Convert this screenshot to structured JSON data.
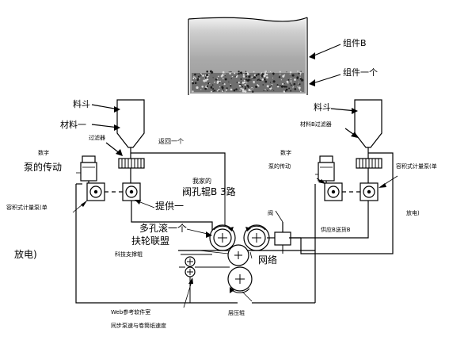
{
  "labels": {
    "component_b": "组件B",
    "component_one": "组件一个",
    "hopper_left": "料斗",
    "material_one": "材料一",
    "filter_left": "过滤器",
    "return_one": "返回一个",
    "digits_left": "数字",
    "pump_drive_left": "泵的传动",
    "metering_pump_left": "容积式计量泵(单",
    "my_home": "我家的",
    "valve_roller": "阀孔辊B 3路",
    "supply_one": "提供一",
    "perforated_roll": "多孔滚一个",
    "belt_union": "扶轮联盟",
    "support_roll": "科技支撑辊",
    "discharge_left": "放电)",
    "valve": "阀",
    "supply_b": "供应B送货B",
    "network": "网络",
    "web_reference": "Web参考软件室",
    "sync_speed": "同步泵速与卷筒纸速度",
    "pressure_roll": "层压辊",
    "hopper_right": "料斗",
    "material_b_filter": "材料B过滤器",
    "digits_right": "数字",
    "pump_drive_right": "泵的传动",
    "metering_pump_right": "容积式计量泵(单",
    "discharge_right": "放电)"
  }
}
